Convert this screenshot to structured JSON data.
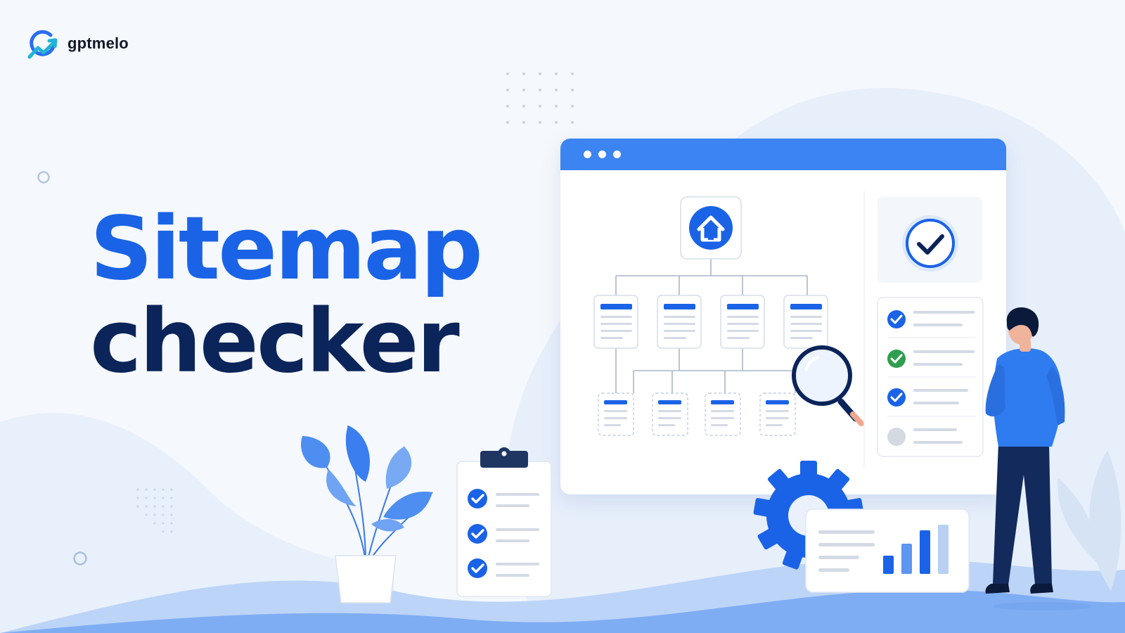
{
  "brand": {
    "name": "gptmelo",
    "logo_icon": "gptmelo-logo-icon"
  },
  "headline": {
    "line1": "Sitemap",
    "line2": "checker"
  },
  "colors": {
    "primary_blue": "#1a63e6",
    "navy": "#0b2459",
    "window_bar": "#3b84f2",
    "check_green": "#2e9e4f",
    "background": "#f5f8fc"
  },
  "illustration": {
    "window_icons": [
      "dot",
      "dot",
      "dot"
    ],
    "home_icon": "home-icon",
    "verified_icon": "check-circle-icon",
    "magnifier_icon": "search-icon",
    "gear_icon": "gear-icon",
    "checklist_statuses": [
      "checked-blue",
      "checked-green",
      "checked-blue",
      "pending"
    ],
    "clipboard_items": [
      "checked",
      "checked",
      "checked"
    ],
    "mini_bar_levels": [
      0.3,
      0.5,
      0.72,
      0.82
    ]
  }
}
